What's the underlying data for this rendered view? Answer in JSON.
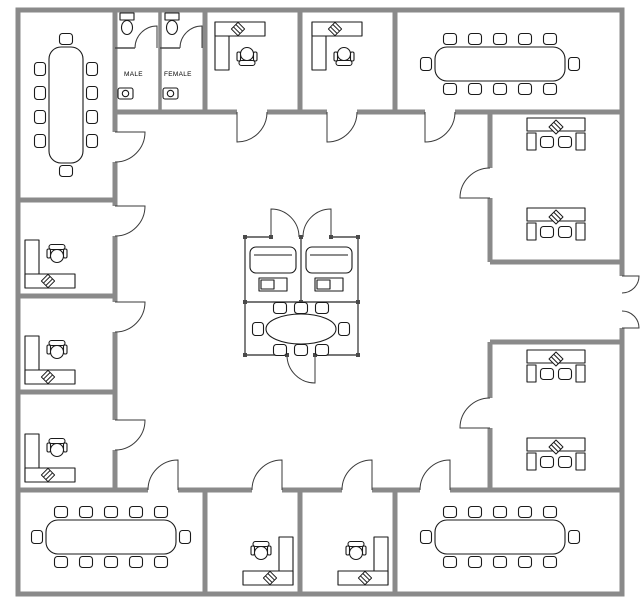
{
  "labels": {
    "male": "MALE",
    "female": "FEMALE"
  },
  "colors": {
    "wall": "#8a8a8a",
    "furniture_stroke": "#1a1a1a",
    "door": "#3a3a3a",
    "background": "#ffffff"
  },
  "plan": {
    "entrance": {
      "side": "right",
      "type": "double-door"
    },
    "rooms": [
      {
        "name": "conference-room-top-left",
        "type": "conference",
        "seats": 10,
        "table": "rectangular-vertical"
      },
      {
        "name": "restroom-male",
        "type": "restroom",
        "fixtures": [
          "toilet",
          "sink"
        ]
      },
      {
        "name": "restroom-female",
        "type": "restroom",
        "fixtures": [
          "toilet",
          "sink"
        ]
      },
      {
        "name": "office-top-1",
        "type": "private-office",
        "furniture": [
          "l-desk",
          "swivel-chair",
          "computer"
        ]
      },
      {
        "name": "office-top-2",
        "type": "private-office",
        "furniture": [
          "l-desk",
          "swivel-chair",
          "computer"
        ]
      },
      {
        "name": "conference-room-top-right",
        "type": "conference",
        "seats": 12,
        "table": "rectangular-horizontal"
      },
      {
        "name": "workstation-room-right-upper",
        "type": "open-office",
        "workstations": 2
      },
      {
        "name": "entrance-lobby-right",
        "type": "entry"
      },
      {
        "name": "workstation-room-right-lower",
        "type": "open-office",
        "workstations": 2
      },
      {
        "name": "office-left-1",
        "type": "private-office",
        "furniture": [
          "l-desk",
          "swivel-chair",
          "computer"
        ]
      },
      {
        "name": "office-left-2",
        "type": "private-office",
        "furniture": [
          "l-desk",
          "swivel-chair",
          "computer"
        ]
      },
      {
        "name": "office-left-3",
        "type": "private-office",
        "furniture": [
          "l-desk",
          "swivel-chair",
          "computer"
        ]
      },
      {
        "name": "conference-room-bottom-left",
        "type": "conference",
        "seats": 12,
        "table": "rectangular-horizontal"
      },
      {
        "name": "office-bottom-1",
        "type": "private-office",
        "furniture": [
          "l-desk",
          "swivel-chair",
          "computer"
        ]
      },
      {
        "name": "office-bottom-2",
        "type": "private-office",
        "furniture": [
          "l-desk",
          "swivel-chair",
          "computer"
        ]
      },
      {
        "name": "conference-room-bottom-right",
        "type": "conference",
        "seats": 12,
        "table": "rectangular-horizontal"
      },
      {
        "name": "lounge-center-left",
        "type": "lounge",
        "furniture": [
          "sofa",
          "coffee-table"
        ]
      },
      {
        "name": "lounge-center-right",
        "type": "lounge",
        "furniture": [
          "sofa",
          "coffee-table"
        ]
      },
      {
        "name": "meeting-room-center",
        "type": "meeting",
        "seats": 8,
        "table": "oval"
      }
    ]
  }
}
